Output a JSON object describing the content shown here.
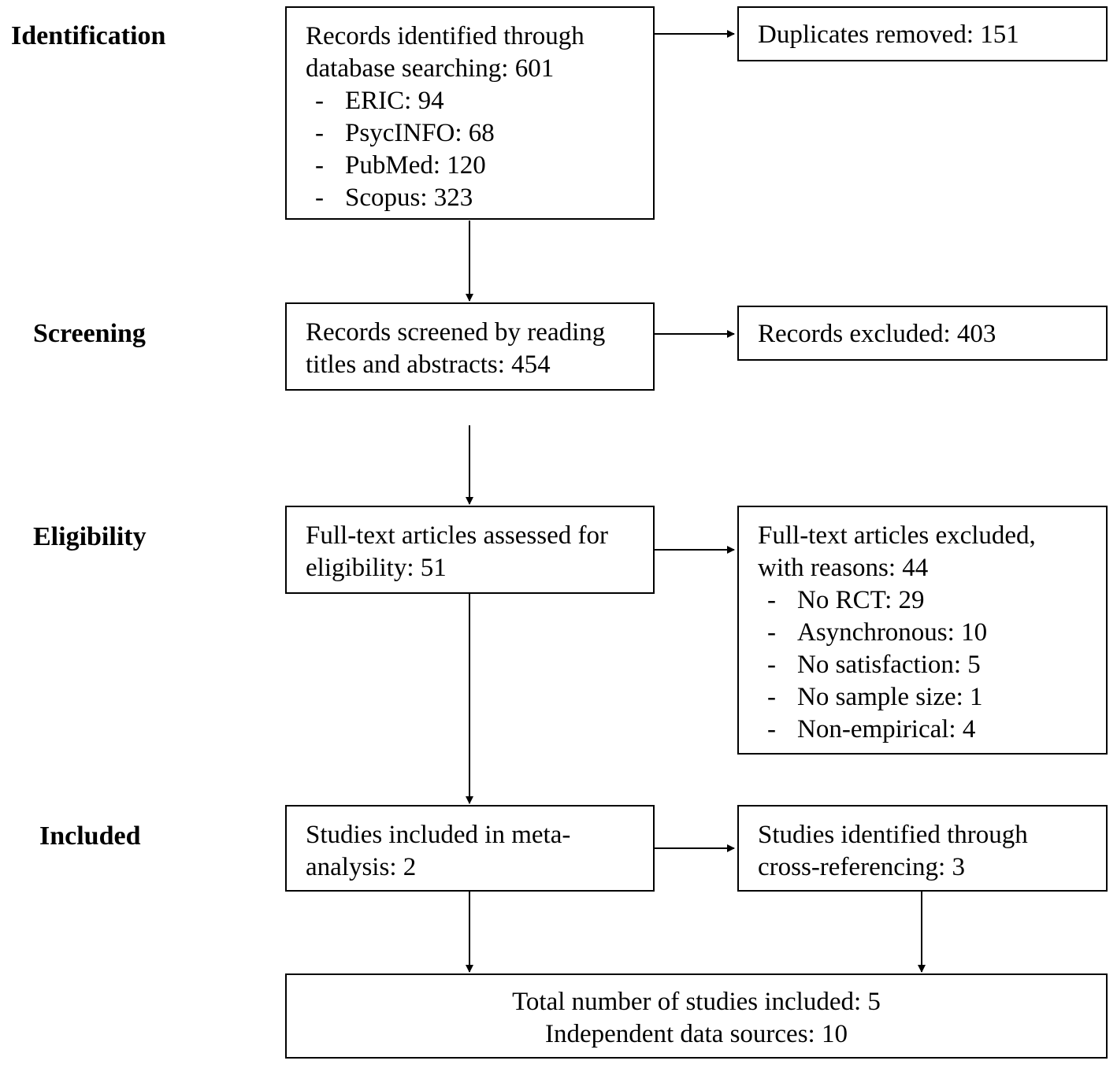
{
  "stages": {
    "identification": "Identification",
    "screening": "Screening",
    "eligibility": "Eligibility",
    "included": "Included"
  },
  "boxes": {
    "records_identified": {
      "lines": [
        "Records identified through",
        "database searching: 601"
      ],
      "items": [
        "ERIC: 94",
        "PsycINFO: 68",
        "PubMed: 120",
        "Scopus: 323"
      ]
    },
    "duplicates_removed": {
      "lines": [
        "Duplicates removed: 151"
      ]
    },
    "records_screened": {
      "lines": [
        "Records screened by reading",
        "titles and abstracts: 454"
      ]
    },
    "records_excluded": {
      "lines": [
        "Records excluded: 403"
      ]
    },
    "fulltext_assessed": {
      "lines": [
        "Full-text articles assessed for",
        "eligibility: 51"
      ]
    },
    "fulltext_excluded": {
      "lines": [
        "Full-text articles excluded,",
        "with reasons: 44"
      ],
      "items": [
        "No RCT: 29",
        "Asynchronous: 10",
        "No satisfaction: 5",
        "No sample size: 1",
        "Non-empirical: 4"
      ]
    },
    "studies_meta": {
      "lines": [
        "Studies included in meta-",
        "analysis: 2"
      ]
    },
    "studies_crossref": {
      "lines": [
        "Studies identified through",
        "cross-referencing: 3"
      ]
    },
    "total": {
      "lines": [
        "Total number of studies included: 5",
        "Independent data sources: 10"
      ]
    }
  },
  "list_marker": "-"
}
